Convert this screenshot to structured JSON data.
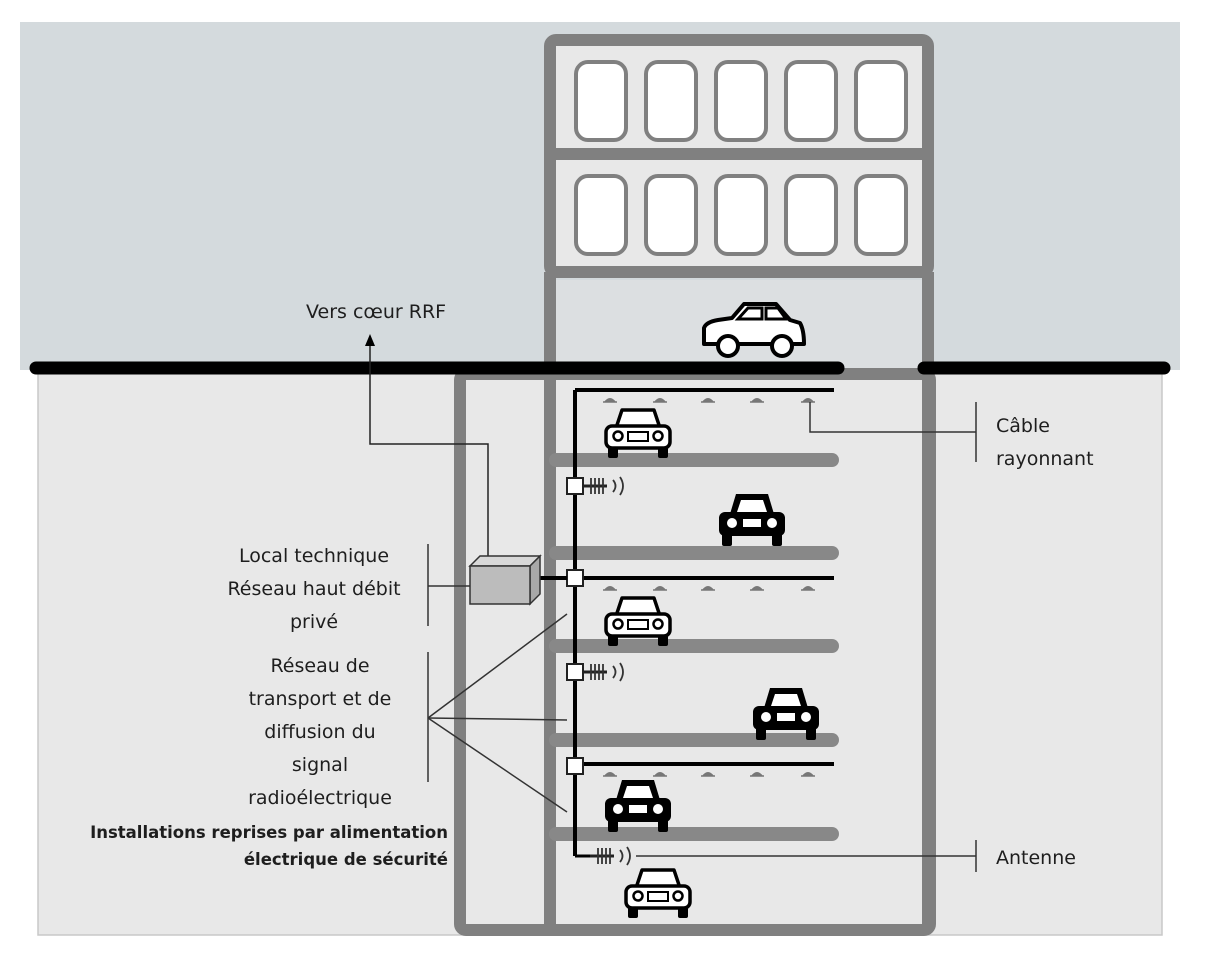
{
  "labels": {
    "core": "Vers cœur  RRF",
    "cable": [
      "Câble",
      "rayonnant"
    ],
    "local": [
      "Local technique",
      "Réseau haut débit",
      "privé"
    ],
    "reseau": [
      "Réseau de",
      "transport et de",
      "diffusion du",
      "signal",
      "radioélectrique"
    ],
    "installations": [
      "Installations reprises par alimentation",
      "électrique de sécurité"
    ],
    "antenne": "Antenne"
  },
  "icons": [
    "car-icon",
    "transponder-icon",
    "antenna-icon",
    "leaky-feeder-icon",
    "equipment-box-icon"
  ],
  "colors": {
    "sky": "#d4dadd",
    "ground": "#e8e8e8",
    "wall": "#808080",
    "road": "#000000",
    "text": "#1e1e1e"
  }
}
